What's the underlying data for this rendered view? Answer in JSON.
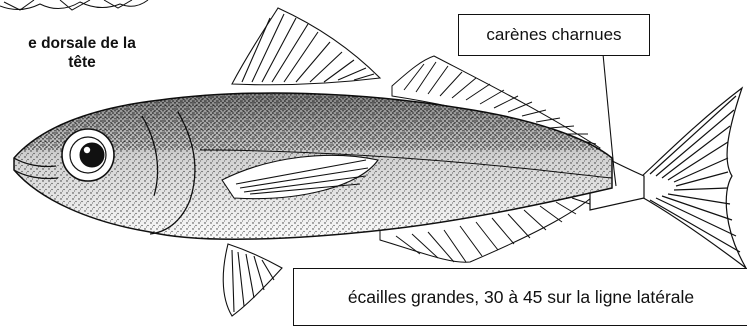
{
  "figure": {
    "caption_head_line1": "e dorsale de la",
    "caption_head_line2": "tête",
    "label_keels": "carènes charnues",
    "label_scales": "écailles grandes, 30 à 45 sur la ligne latérale",
    "colors": {
      "ink": "#111111",
      "background": "#ffffff"
    }
  }
}
